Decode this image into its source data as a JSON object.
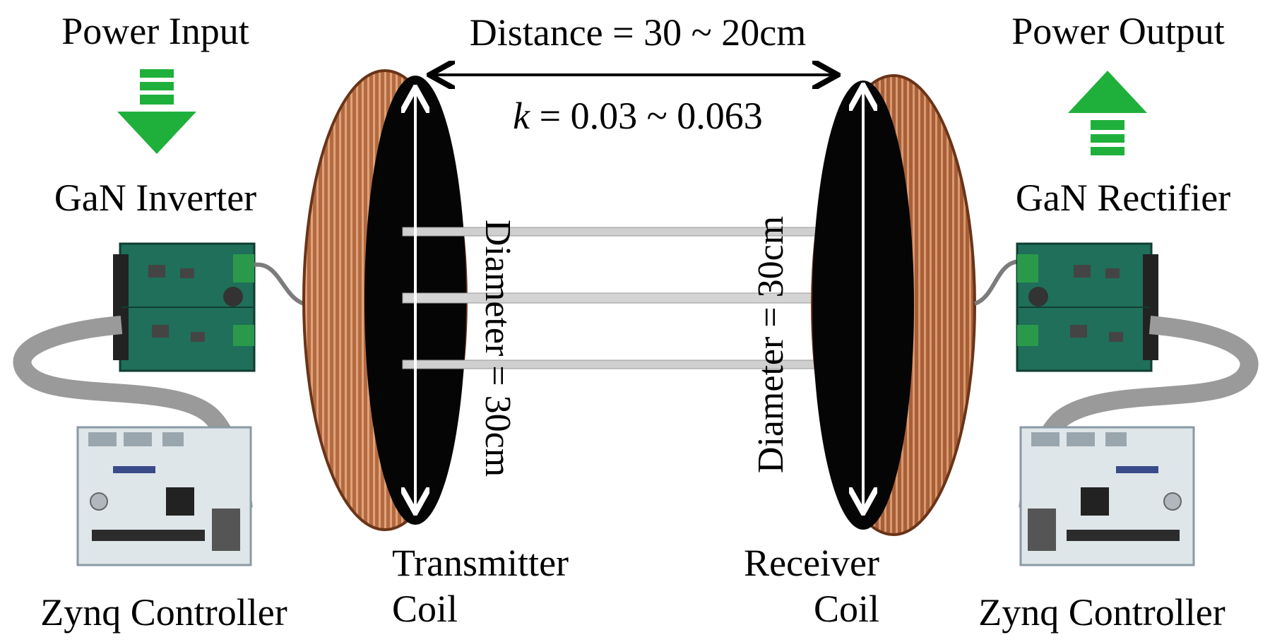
{
  "labels": {
    "power_input": "Power Input",
    "power_output": "Power Output",
    "distance": "Distance = 30 ~ 20cm",
    "k_symbol": "k",
    "k_value": " = 0.03 ~ 0.063",
    "gan_inverter": "GaN Inverter",
    "gan_rectifier": "GaN Rectifier",
    "diameter_tx": "Diameter = 30cm",
    "diameter_rx": "Diameter = 30cm",
    "tx_coil_line1": "Transmitter",
    "tx_coil_line2": "Coil",
    "rx_coil_line1": "Receiver",
    "rx_coil_line2": "Coil",
    "zynq_left": "Zynq Controller",
    "zynq_right": "Zynq Controller"
  },
  "colors": {
    "arrow_green": "#1fb03c",
    "copper": "#b86a3e",
    "pcb_green": "#1f6f5a",
    "controller_board": "#dfe6ea",
    "ribbon_cable": "#9a9a9a"
  },
  "icons": {
    "power_input_arrow": "down-arrow-icon",
    "power_output_arrow": "up-arrow-icon"
  }
}
